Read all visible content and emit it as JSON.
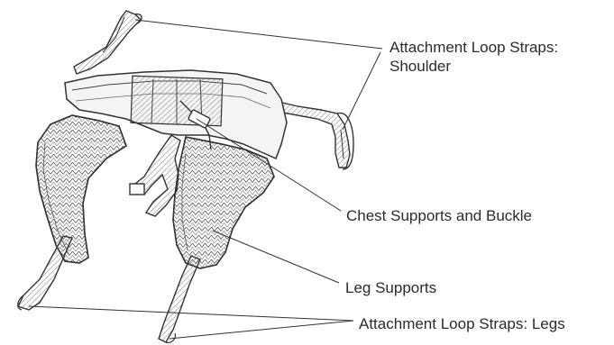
{
  "callouts": {
    "shoulder_straps": {
      "line1": "Attachment Loop Straps:",
      "line2": "Shoulder"
    },
    "chest": "Chest Supports and Buckle",
    "leg_supports": "Leg Supports",
    "leg_straps": "Attachment Loop Straps: Legs"
  },
  "colors": {
    "line": "#333333",
    "fabric": "#f4f4f4",
    "text": "#2b2b2b"
  }
}
